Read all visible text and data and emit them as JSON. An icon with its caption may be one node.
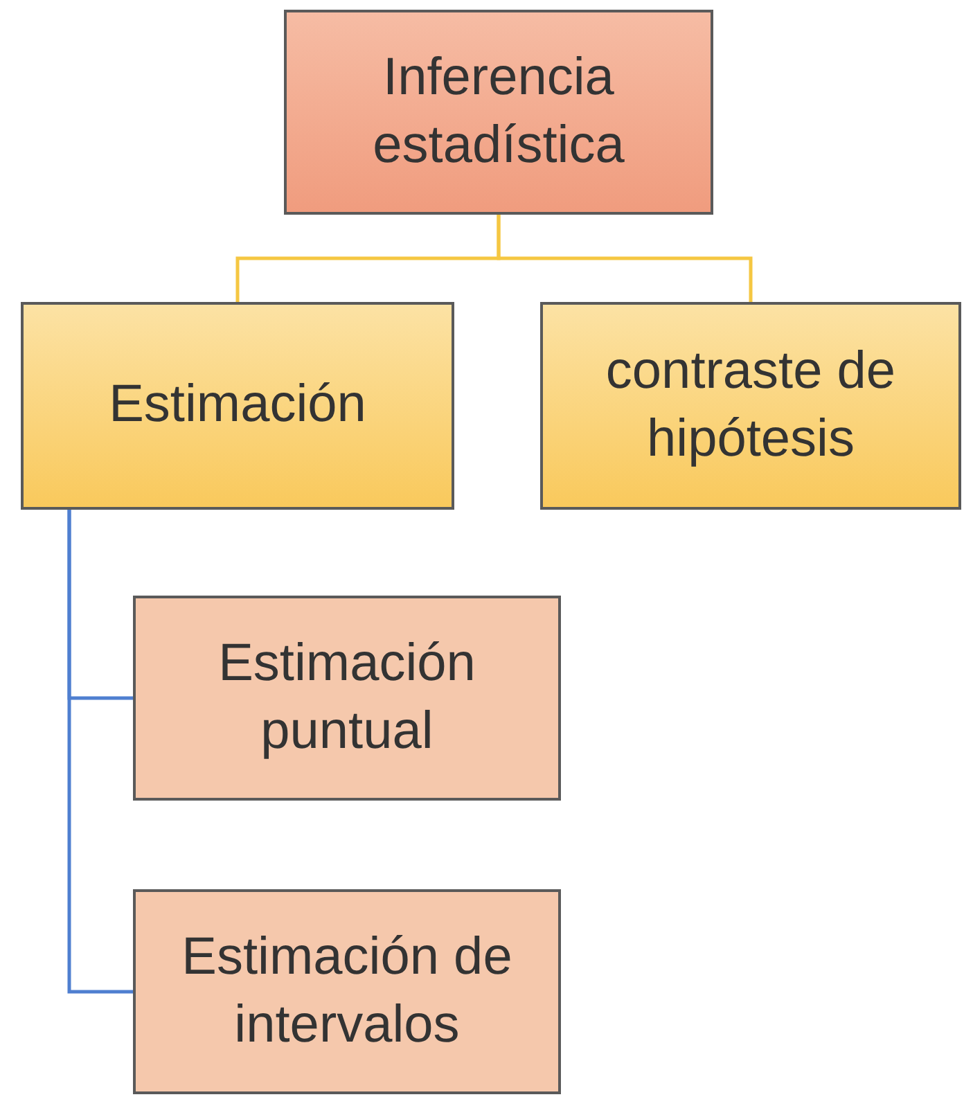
{
  "diagram": {
    "nodes": [
      {
        "text": [
          "Inferencia estadística"
        ]
      },
      {
        "text": [
          "Estimación"
        ]
      },
      {
        "text": [
          "contraste de hipótesis"
        ]
      },
      {
        "text": [
          "Estimación puntual"
        ]
      },
      {
        "text": [
          "Estimación de intervalos"
        ]
      }
    ],
    "edges": [
      {
        "from": 0,
        "to": 1,
        "arrow": "none",
        "color": "#f5c742"
      },
      {
        "from": 0,
        "to": 2,
        "arrow": "none",
        "color": "#f5c742"
      },
      {
        "from": 1,
        "to": 3,
        "arrow": "none",
        "color": "#4f7fd0"
      },
      {
        "from": 1,
        "to": 4,
        "arrow": "none",
        "color": "#4f7fd0"
      }
    ]
  }
}
